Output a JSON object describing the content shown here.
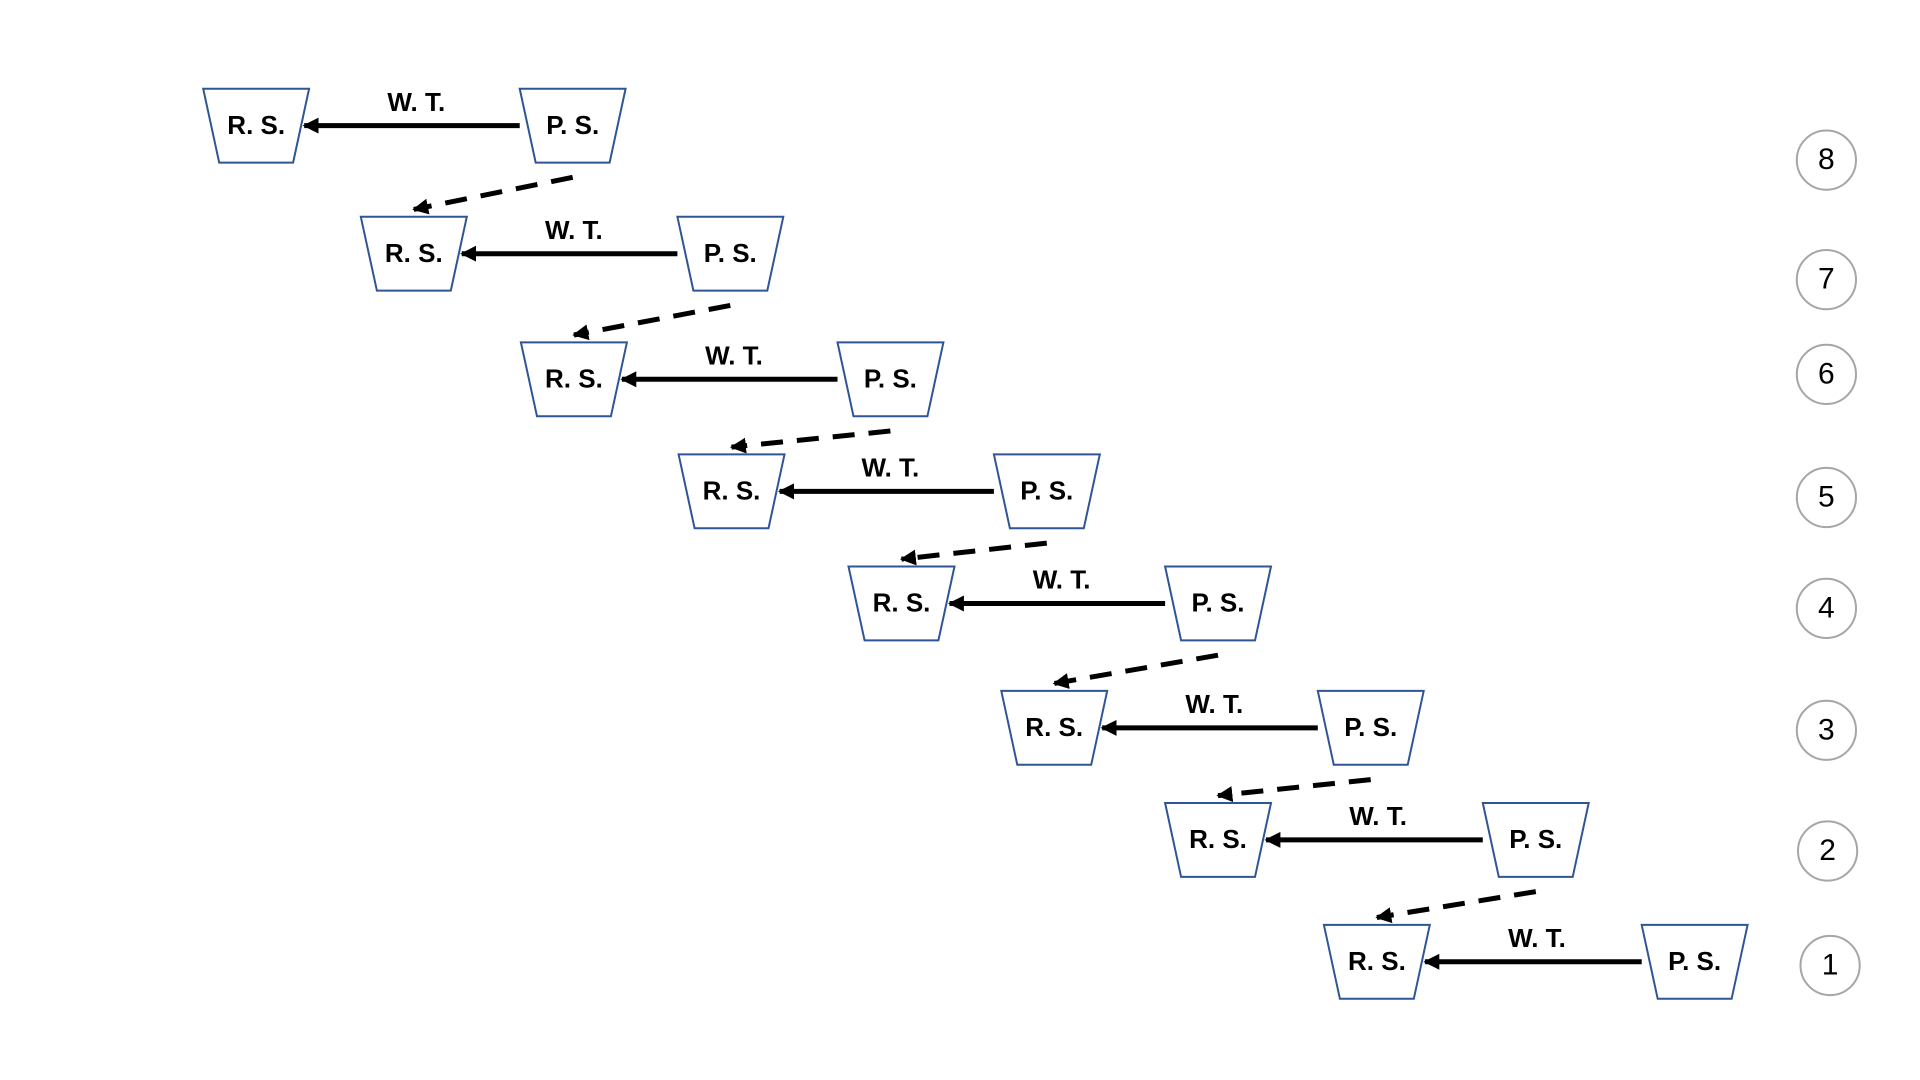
{
  "labels": {
    "receiver": "R. S.",
    "producer": "P. S.",
    "transfer": "W. T."
  },
  "levels": [
    "8",
    "7",
    "6",
    "5",
    "4",
    "3",
    "2",
    "1"
  ],
  "colors": {
    "box_border": "#2f5597",
    "arrow": "#000000",
    "circle_border": "#a6a6a6"
  }
}
